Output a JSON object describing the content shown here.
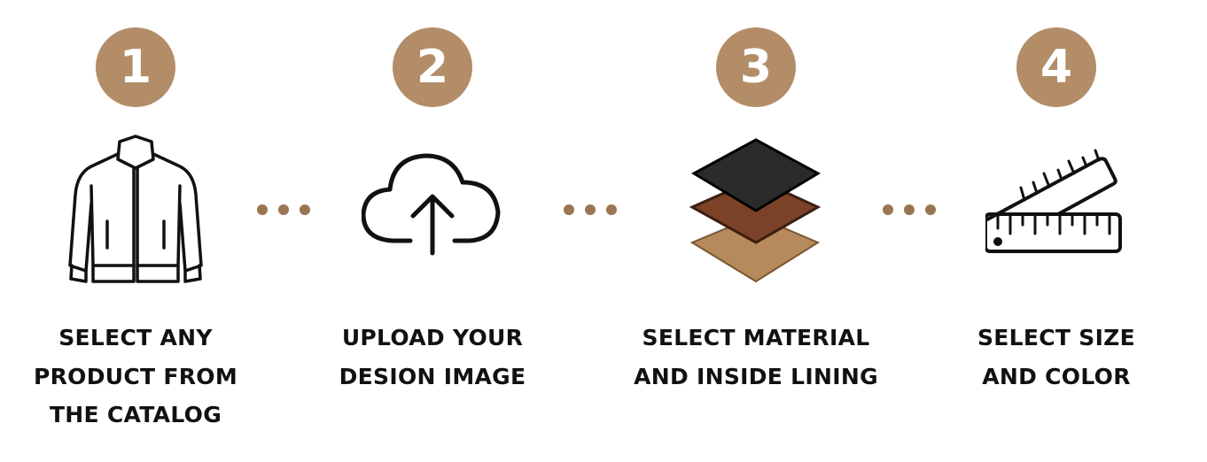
{
  "accent_color": "#b38d68",
  "steps": [
    {
      "number": "1",
      "icon": "jacket-icon",
      "lines": [
        "SELECT ANY",
        "PRODUCT FROM",
        "THE CATALOG"
      ]
    },
    {
      "number": "2",
      "icon": "cloud-upload-icon",
      "lines": [
        "UPLOAD YOUR",
        "DESION IMAGE"
      ]
    },
    {
      "number": "3",
      "icon": "material-layers-icon",
      "lines": [
        "SELECT MATERIAL",
        "AND INSIDE LINING"
      ]
    },
    {
      "number": "4",
      "icon": "ruler-icon",
      "lines": [
        "SELECT SIZE",
        "AND COLOR"
      ]
    }
  ]
}
